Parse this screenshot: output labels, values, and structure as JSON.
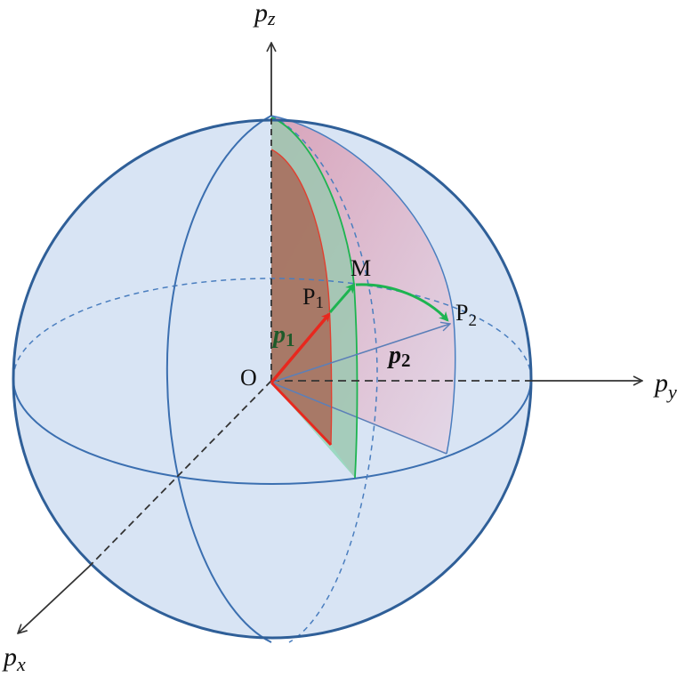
{
  "diagram": {
    "type": "momentum-sphere",
    "labels": {
      "axis_z": "p",
      "axis_z_sub": "z",
      "axis_y": "p",
      "axis_y_sub": "y",
      "axis_x": "p",
      "axis_x_sub": "x",
      "origin": "O",
      "point_p1": "P",
      "point_p1_sub": "1",
      "point_m": "M",
      "point_p2": "P",
      "point_p2_sub": "2",
      "vector_p1": "p",
      "vector_p1_sub": "1",
      "vector_p2": "p",
      "vector_p2_sub": "2"
    },
    "colors": {
      "sphere_fill": "#d8e4f4",
      "sphere_outline": "#2f5f98",
      "grid_line": "#4a7ebf",
      "axis": "#333333",
      "vector_p1": "#e8281e",
      "arc_green": "#1db450",
      "sector_red": "#a8705e",
      "sector_green": "#9cc8b0",
      "sector_pink": "#dca8bc",
      "vector_p2": "#5b7fb8",
      "vector_label_p1": "#1f5a2a"
    }
  }
}
